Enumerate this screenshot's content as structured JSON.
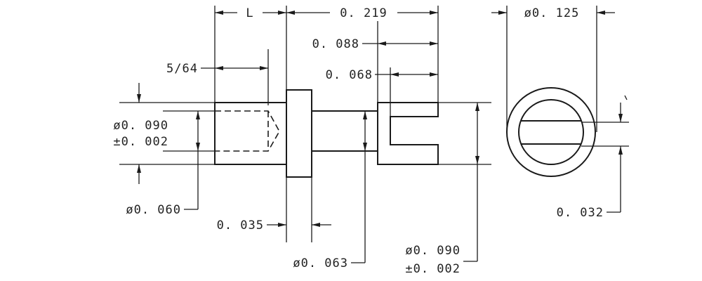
{
  "dimensions": {
    "length": "L",
    "overall_length": "0. 219",
    "slot_depth_outer": "0. 088",
    "slot_depth_inner": "0. 068",
    "hole_depth": "5/64",
    "left_od": "ø0. 090",
    "left_od_tol": "±0. 002",
    "hole_diameter": "ø0. 060",
    "flange_thickness": "0. 035",
    "neck_diameter": "ø0. 063",
    "right_od": "ø0. 090",
    "right_od_tol": "±0. 002",
    "head_diameter": "ø0. 125",
    "slot_width": "0. 032"
  }
}
